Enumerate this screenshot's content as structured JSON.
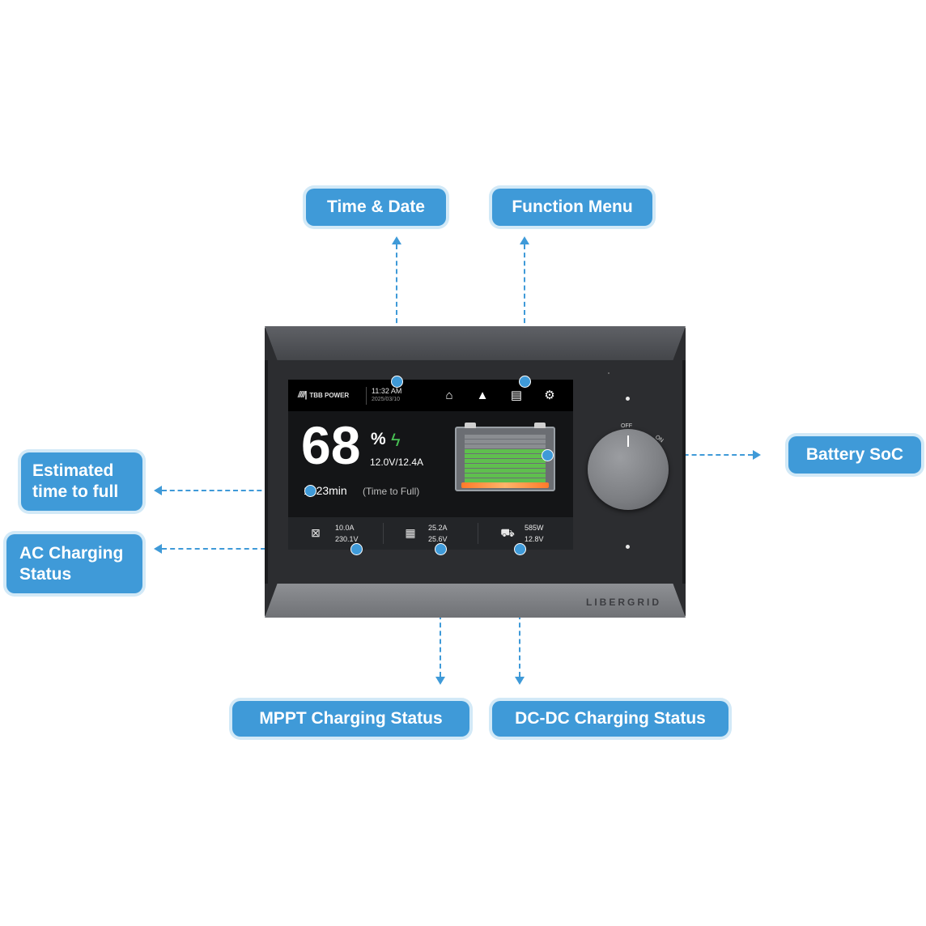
{
  "callouts": {
    "time_date": "Time & Date",
    "function_menu": "Function Menu",
    "battery_soc": "Battery SoC",
    "time_to_full_line1": "Estimated",
    "time_to_full_line2": "time to full",
    "ac_status_line1": "AC Charging",
    "ac_status_line2": "Status",
    "mppt_status": "MPPT Charging Status",
    "dcdc_status": "DC-DC Charging Status"
  },
  "screen": {
    "logo_text": "TBB POWER",
    "time": "11:32 AM",
    "date": "2025/03/10",
    "nav_icons": [
      "home-icon",
      "warning-icon",
      "document-icon",
      "gear-icon"
    ],
    "soc_value": "68",
    "soc_unit": "%",
    "voltage_current": "12.0V/12.4A",
    "time_to_full": "1h23min",
    "time_to_full_label": "(Time to Full)",
    "soc_fraction": 0.68,
    "ac": {
      "current": "10.0A",
      "voltage": "230.1V"
    },
    "mppt": {
      "current": "25.2A",
      "voltage": "25.6V"
    },
    "dcdc": {
      "power": "585W",
      "voltage": "12.8V"
    }
  },
  "device": {
    "brand": "LIBERGRID",
    "knob_off": "OFF",
    "knob_on": "ON"
  },
  "colors": {
    "accent": "#3f9ad8",
    "charge_green": "#48c154",
    "bar_filled": "#5fbf4e",
    "bar_empty": "#8a8d91"
  }
}
